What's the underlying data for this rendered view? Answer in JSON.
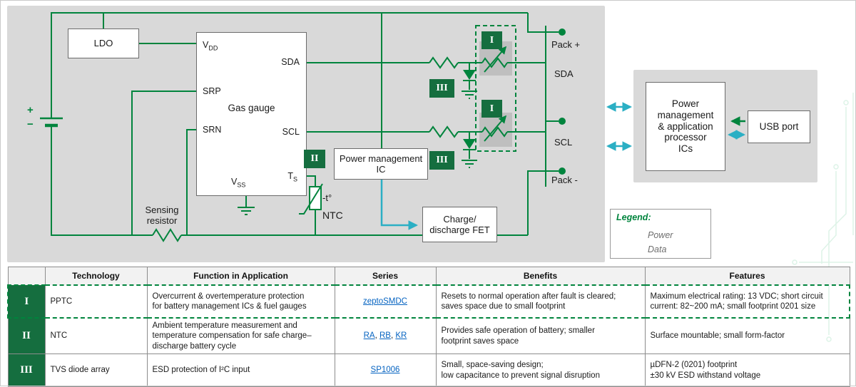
{
  "colors": {
    "green": "#00843D",
    "badge_green": "#156E3F",
    "cyan": "#2BAFC4",
    "panel_gray": "#D9D9D9",
    "link_blue": "#0563C1"
  },
  "diagram": {
    "battery": {
      "plus": "+",
      "minus": "−"
    },
    "ldo": "LDO",
    "gas_gauge": {
      "title": "Gas gauge",
      "pins": {
        "vdd": {
          "base": "V",
          "sub": "DD"
        },
        "sda": "SDA",
        "srp": "SRP",
        "srn": "SRN",
        "scl": "SCL",
        "vss": {
          "base": "V",
          "sub": "SS"
        },
        "ts": {
          "base": "T",
          "sub": "S"
        }
      }
    },
    "sensing_resistor": "Sensing\nresistor",
    "badge_i": "I",
    "badge_ii": "II",
    "badge_iii": "III",
    "pmic": "Power management IC",
    "fet": "Charge/\ndischarge FET",
    "ntc": {
      "temp": "-t°",
      "label": "NTC"
    },
    "terminals": {
      "pack_plus": "Pack +",
      "sda": "SDA",
      "scl": "SCL",
      "pack_minus": "Pack -"
    },
    "processor": "Power\nmanagement\n& application\nprocessor\nICs",
    "usb": "USB port",
    "legend": {
      "title": "Legend:",
      "power": "Power",
      "data": "Data"
    }
  },
  "table": {
    "headers": [
      "",
      "Technology",
      "Function in Application",
      "Series",
      "Benefits",
      "Features"
    ],
    "rows": [
      {
        "numeral": "I",
        "technology": "PPTC",
        "function": "Overcurrent & overtemperature protection\nfor battery management ICs & fuel gauges",
        "series": [
          "zeptoSMDC"
        ],
        "benefits": "Resets to normal operation after fault is cleared;\nsaves space due to small footprint",
        "features": "Maximum electrical rating: 13 VDC; short circuit\ncurrent: 82~200 mA; small footprint 0201 size"
      },
      {
        "numeral": "II",
        "technology": "NTC",
        "function": "Ambient temperature measurement and\ntemperature compensation for safe charge–\ndischarge battery cycle",
        "series": [
          "RA",
          "RB",
          "KR"
        ],
        "benefits": "Provides safe operation of battery; smaller\nfootprint saves space",
        "features": "Surface mountable; small form-factor"
      },
      {
        "numeral": "III",
        "technology": "TVS diode array",
        "function": "ESD protection of I²C input",
        "series": [
          "SP1006"
        ],
        "benefits": "Small, space-saving design;\nlow capacitance to prevent signal disruption",
        "features": "µDFN-2 (0201) footprint\n±30 kV ESD withstand voltage"
      }
    ]
  }
}
